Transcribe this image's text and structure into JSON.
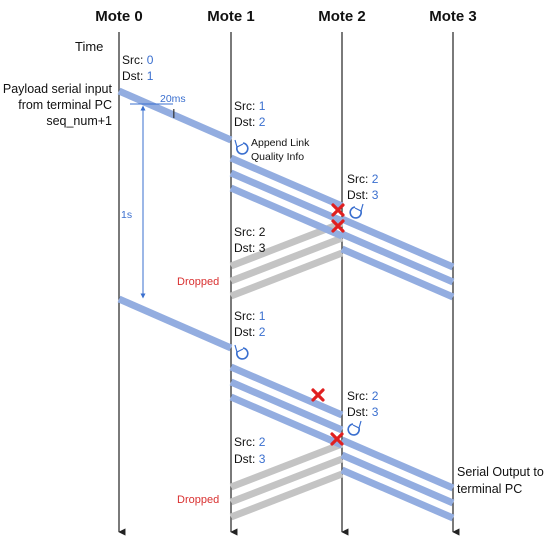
{
  "motes": [
    "Mote 0",
    "Mote 1",
    "Mote 2",
    "Mote 3"
  ],
  "time_label": "Time",
  "payload_text": [
    "Payload serial input",
    "from terminal PC",
    "seq_num+1"
  ],
  "interval_20ms": "20ms",
  "interval_1s": "1s",
  "append_text": [
    "Append Link",
    "Quality Info"
  ],
  "dropped": "Dropped",
  "serial_output": [
    "Serial Output to",
    "terminal PC"
  ],
  "headers": [
    {
      "src_label": "Src:",
      "src": "0",
      "dst_label": "Dst:",
      "dst": "1"
    },
    {
      "src_label": "Src:",
      "src": "1",
      "dst_label": "Dst:",
      "dst": "2"
    },
    {
      "src_label": "Src:",
      "src": "2",
      "dst_label": "Dst:",
      "dst": "3"
    },
    {
      "src_label": "Src:",
      "src": "2",
      "dst_label": "Dst:",
      "dst": "3"
    },
    {
      "src_label": "Src:",
      "src": "1",
      "dst_label": "Dst:",
      "dst": "2"
    },
    {
      "src_label": "Src:",
      "src": "2",
      "dst_label": "Dst:",
      "dst": "3"
    },
    {
      "src_label": "Src:",
      "src": "2",
      "dst_label": "Dst:",
      "dst": "3"
    }
  ],
  "colors": {
    "packet": "#93ade0",
    "dropped_packet": "#c4c4c4",
    "accent": "#3a6fcf",
    "fail": "#e02020"
  }
}
